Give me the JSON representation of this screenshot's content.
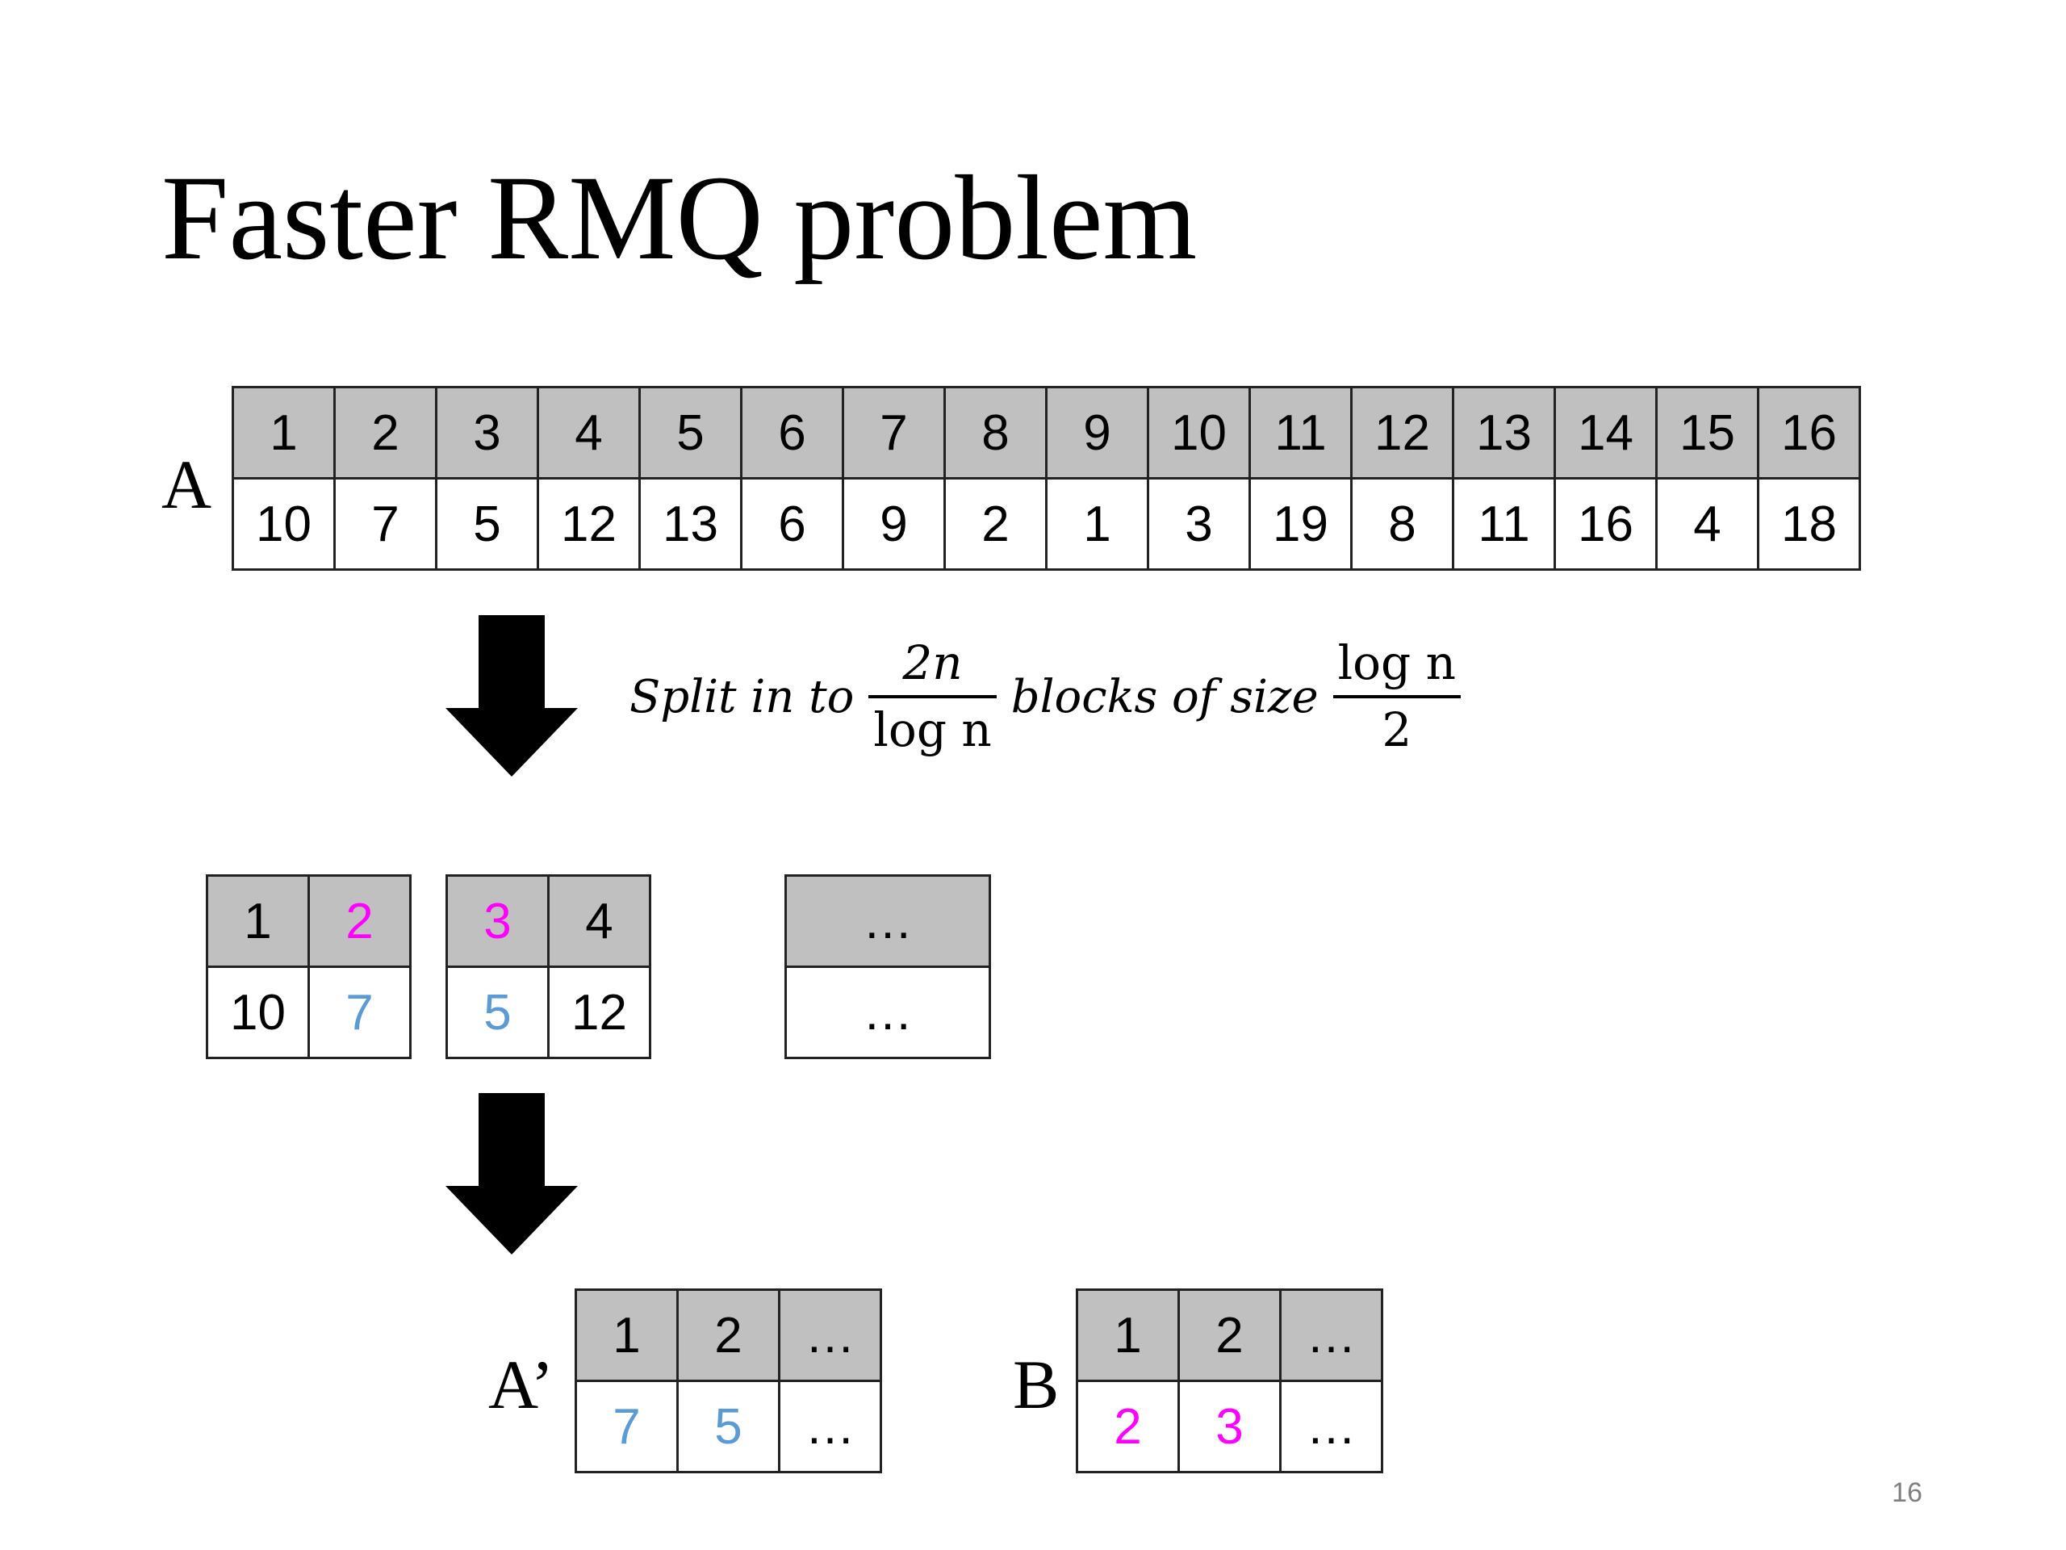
{
  "slide": {
    "title": "Faster RMQ problem",
    "page_number": "16"
  },
  "array_a": {
    "label": "A",
    "indices": [
      "1",
      "2",
      "3",
      "4",
      "5",
      "6",
      "7",
      "8",
      "9",
      "10",
      "11",
      "12",
      "13",
      "14",
      "15",
      "16"
    ],
    "values": [
      "10",
      "7",
      "5",
      "12",
      "13",
      "6",
      "9",
      "2",
      "1",
      "3",
      "19",
      "8",
      "11",
      "16",
      "4",
      "18"
    ]
  },
  "split_text": {
    "prefix": "Split in to",
    "frac1_num": "2n",
    "frac1_den": "log n",
    "middle": "blocks of size",
    "frac2_num": "log n",
    "frac2_den": "2"
  },
  "blocks": [
    {
      "indices": [
        "1",
        "2"
      ],
      "values": [
        "10",
        "7"
      ]
    },
    {
      "indices": [
        "3",
        "4"
      ],
      "values": [
        "5",
        "12"
      ]
    },
    {
      "indices": [
        "…"
      ],
      "values": [
        "…"
      ]
    }
  ],
  "array_a_prime": {
    "label": "A’",
    "indices": [
      "1",
      "2",
      "…"
    ],
    "values": [
      "7",
      "5",
      "…"
    ]
  },
  "array_b": {
    "label": "B",
    "indices": [
      "1",
      "2",
      "…"
    ],
    "values": [
      "2",
      "3",
      "…"
    ]
  },
  "colors": {
    "header_bg": "#c0c0c0",
    "highlight_magenta": "#ff00ff",
    "highlight_blue": "#5b9bd5",
    "page_number_gray": "#808080"
  }
}
